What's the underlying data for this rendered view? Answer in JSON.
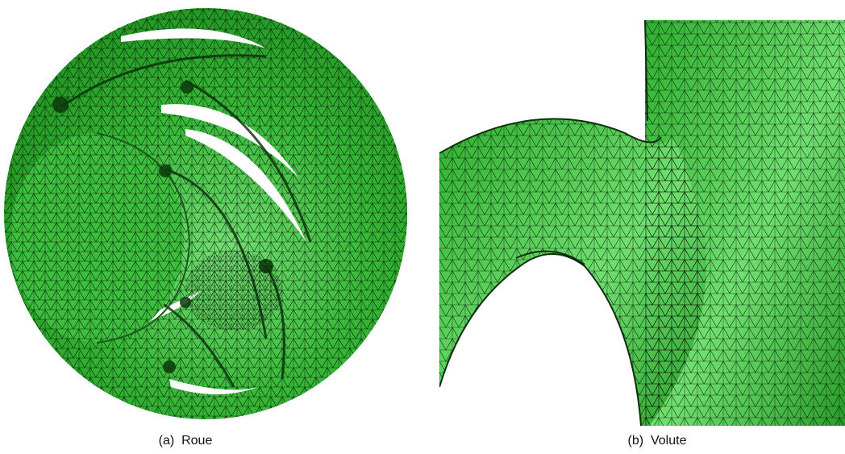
{
  "figure": {
    "subfigures": [
      {
        "label": "(a)",
        "caption": "Roue"
      },
      {
        "label": "(b)",
        "caption": "Volute"
      }
    ]
  },
  "colors": {
    "mesh_fill": "#33b733",
    "mesh_fill_light": "#6fe06f",
    "mesh_fill_dark": "#1f8a1f",
    "mesh_edges": "#000000",
    "background": "#ffffff"
  }
}
